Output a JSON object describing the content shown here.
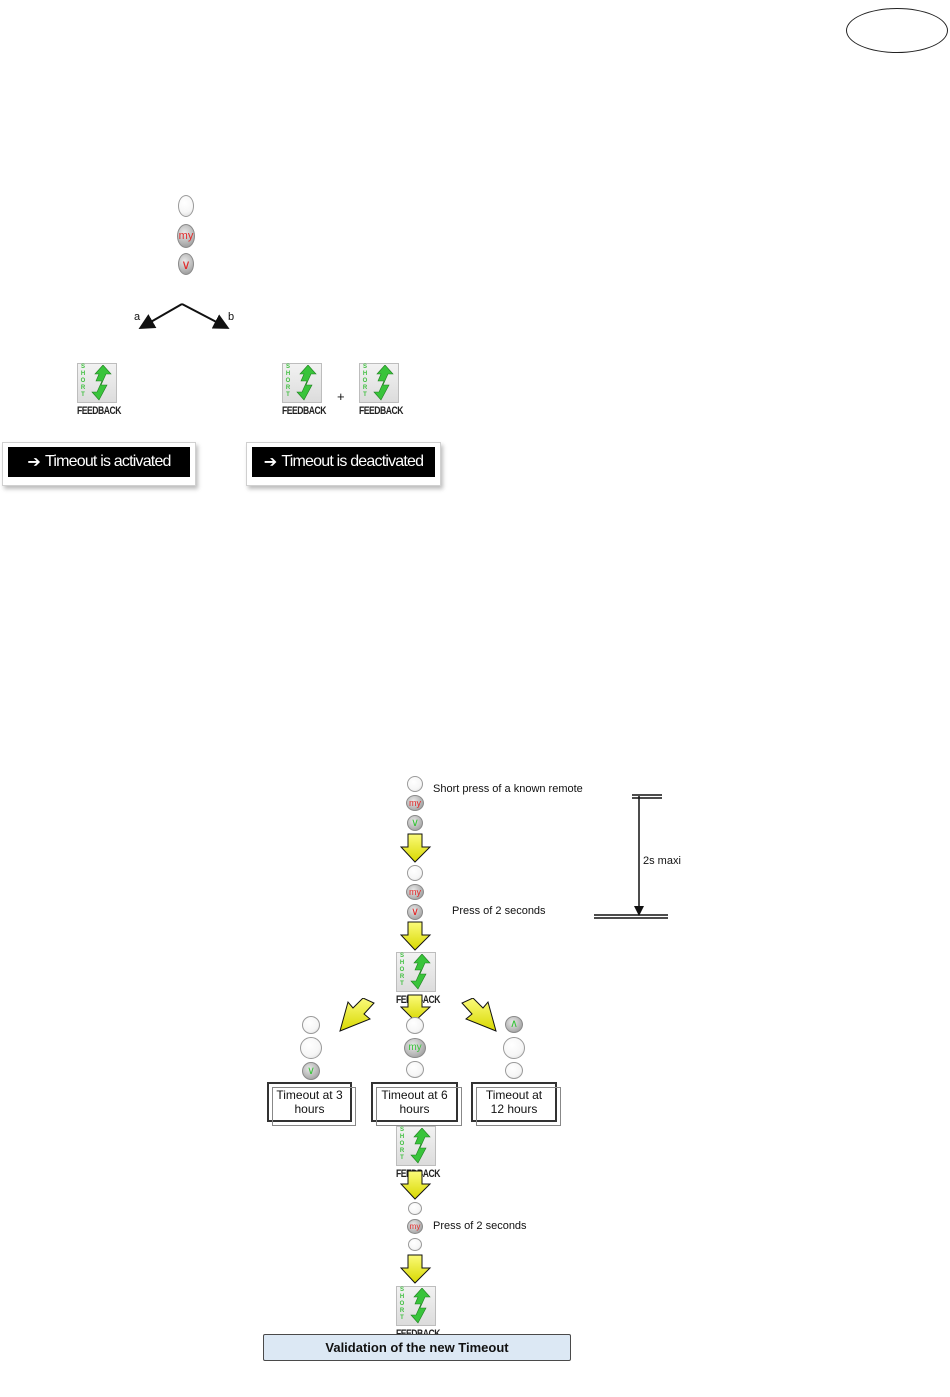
{
  "top_section": {
    "branch_a_label": "a",
    "branch_b_label": "b",
    "plus_sign": "+",
    "result_a": "Timeout is activated",
    "result_b": "Timeout is deactivated",
    "arrow_glyph": "➔"
  },
  "remote": {
    "my_label": "my",
    "down_symbol": "∨",
    "up_symbol": "∧"
  },
  "feedback_icon": {
    "vertical_text": [
      "S",
      "H",
      "O",
      "R",
      "T"
    ],
    "caption": "FEEDBACK"
  },
  "bottom_section": {
    "step1_label": "Short press of a known remote",
    "step2_label": "Press of 2 seconds",
    "timing_label": "2s maxi",
    "options": [
      "Timeout at 3 hours",
      "Timeout at 6 hours",
      "Timeout at 12 hours"
    ],
    "option_lines": [
      [
        "Timeout at 3",
        "hours"
      ],
      [
        "Timeout at 6",
        "hours"
      ],
      [
        "Timeout at",
        "12 hours"
      ]
    ],
    "step3_label": "Press of 2 seconds",
    "validation_label": "Validation of the new Timeout"
  },
  "colors": {
    "arrow_yellow": "#f2f21a",
    "feedback_green": "#39c43b",
    "my_red": "#e22a2a",
    "validation_bg": "#dce8f4"
  }
}
